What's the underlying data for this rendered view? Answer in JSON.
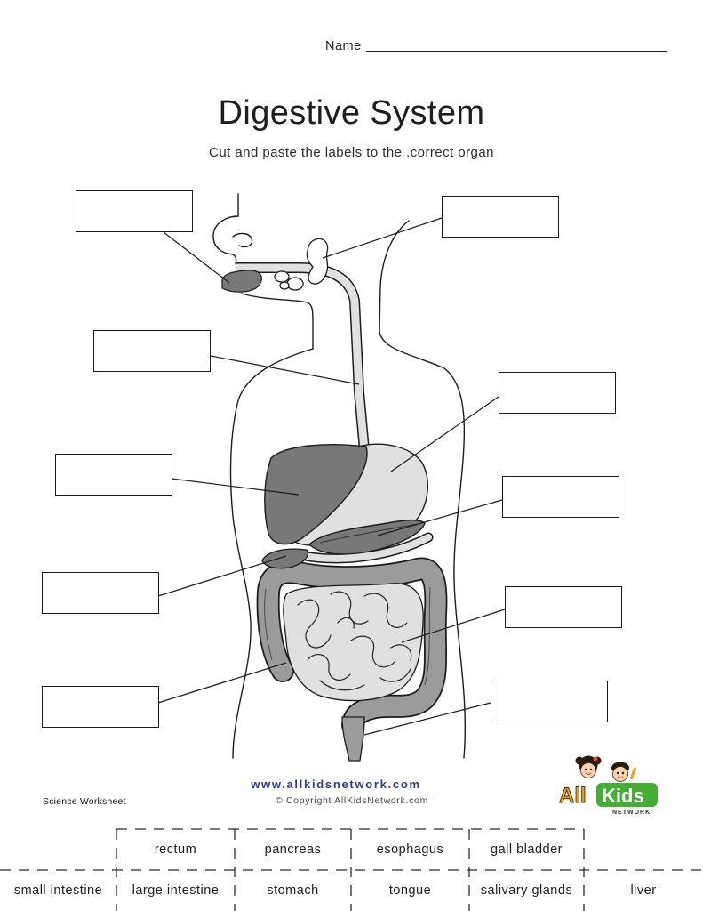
{
  "header": {
    "name_label": "Name"
  },
  "title": "Digestive System",
  "subtitle": "Cut and paste the labels to the .correct organ",
  "footer": {
    "url": "www.allkidsnetwork.com",
    "copyright": "© Copyright AllKidsNetwork.com",
    "category": "Science Worksheet"
  },
  "logo": {
    "word1": "All",
    "word2": "Kids",
    "tagline": "NETWORK"
  },
  "cut_labels": {
    "row1": [
      "rectum",
      "pancreas",
      "esophagus",
      "gall bladder"
    ],
    "row2": [
      "small intestine",
      "large intestine",
      "stomach",
      "tongue",
      "salivary glands",
      "liver"
    ]
  },
  "colors": {
    "brand_blue": "#2b3990",
    "logo_orange": "#f5a01a",
    "logo_green": "#46ad34",
    "organ_dark": "#787878",
    "organ_mid": "#9b9b9b",
    "organ_light": "#e0e0e0"
  }
}
